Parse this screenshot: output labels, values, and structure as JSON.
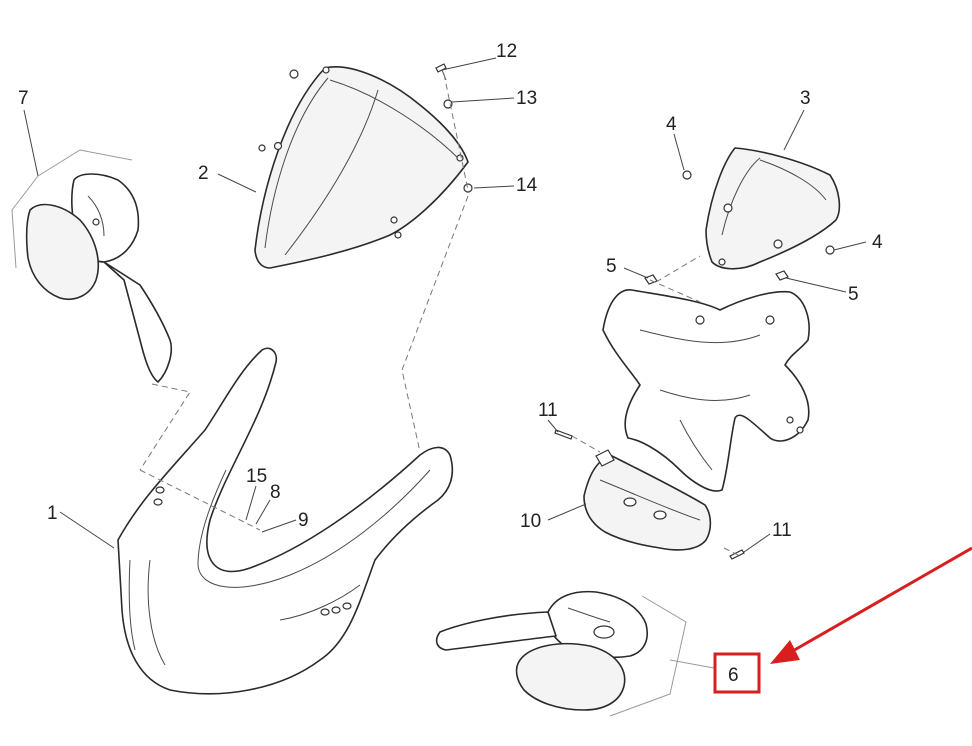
{
  "callouts": {
    "c1": "1",
    "c2": "2",
    "c3": "3",
    "c4a": "4",
    "c4b": "4",
    "c5a": "5",
    "c5b": "5",
    "c6": "6",
    "c7": "7",
    "c8": "8",
    "c9": "9",
    "c10": "10",
    "c11a": "11",
    "c11b": "11",
    "c12": "12",
    "c13": "13",
    "c14": "14",
    "c15": "15"
  },
  "highlight": {
    "color": "#d81e1e",
    "target_callout": "6"
  },
  "colors": {
    "line": "#2a2a2a",
    "background": "#ffffff"
  }
}
